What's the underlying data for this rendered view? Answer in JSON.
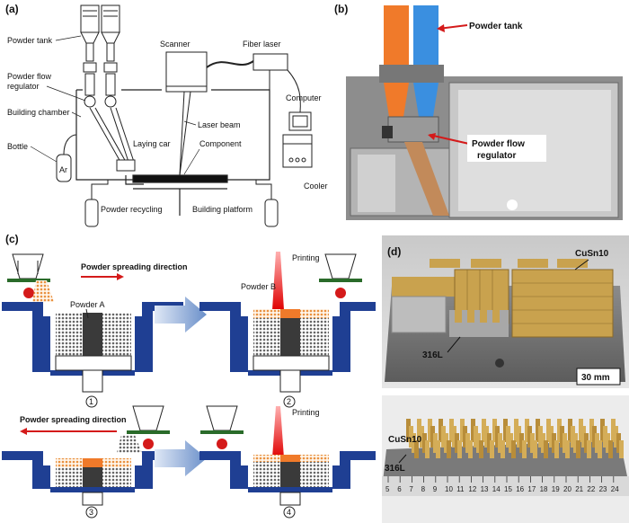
{
  "panels": {
    "a": "(a)",
    "b": "(b)",
    "c": "(c)",
    "d": "(d)"
  },
  "panel_a": {
    "powder_tank": "Powder tank",
    "powder_flow_regulator_1": "Powder flow",
    "powder_flow_regulator_2": "regulator",
    "building_chamber": "Building chamber",
    "bottle": "Bottle",
    "ar": "Ar",
    "scanner": "Scanner",
    "fiber_laser": "Fiber laser",
    "computer": "Computer",
    "laser_beam": "Laser beam",
    "laying_car": "Laying car",
    "component": "Component",
    "cooler": "Cooler",
    "powder_recycling": "Powder recycling",
    "building_platform": "Building platform"
  },
  "panel_b": {
    "powder_tank": "Powder tank",
    "powder_flow_regulator_1": "Powder flow",
    "powder_flow_regulator_2": "regulator"
  },
  "panel_c": {
    "spreading_1": "Powder spreading direction",
    "powder_a": "Powder A",
    "powder_b": "Powder B",
    "printing_1": "Printing",
    "spreading_2": "Powder spreading direction",
    "printing_2": "Printing",
    "step1": "1",
    "step2": "2",
    "step3": "3",
    "step4": "4"
  },
  "panel_d": {
    "cusn10_top": "CuSn10",
    "steel_top": "316L",
    "scale": "30 mm",
    "cusn10_bottom": "CuSn10",
    "steel_bottom": "316L",
    "ruler_numbers": [
      "5",
      "6",
      "7",
      "8",
      "9",
      "10",
      "11",
      "12",
      "13",
      "14",
      "15",
      "16",
      "17",
      "18",
      "19",
      "20",
      "21",
      "22",
      "23",
      "24"
    ]
  },
  "colors": {
    "orange": "#f07a2a",
    "blue": "#3a8fe0",
    "navy": "#1f3f93",
    "red": "#d41a1a",
    "brass": "#c9a24e"
  }
}
